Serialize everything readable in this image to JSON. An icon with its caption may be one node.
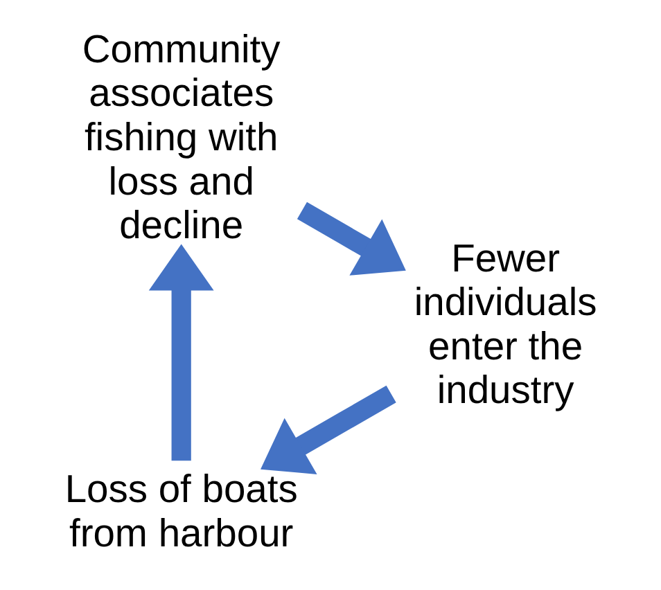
{
  "diagram": {
    "nodes": [
      {
        "text": [
          "Loss of boats from harbour"
        ]
      },
      {
        "text": [
          "Community associates fishing with loss and decline"
        ]
      },
      {
        "text": [
          "Fewer individuals enter the industry"
        ]
      }
    ],
    "edges": [
      {
        "from": 2,
        "to": 0,
        "arrow": "to"
      },
      {
        "from": 0,
        "to": 1,
        "arrow": "to"
      },
      {
        "from": 1,
        "to": 2,
        "arrow": "to"
      }
    ]
  }
}
